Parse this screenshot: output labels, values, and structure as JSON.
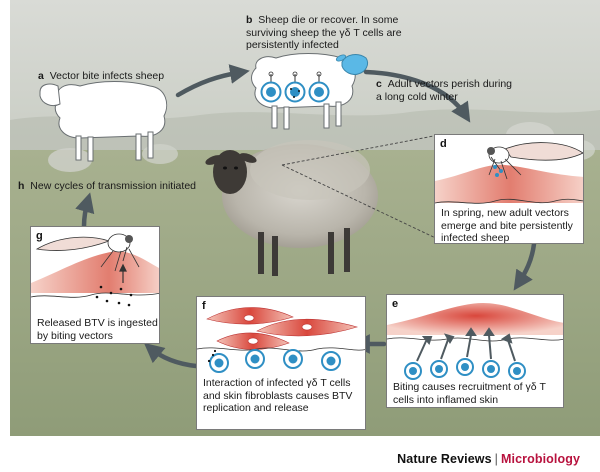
{
  "steps": {
    "a": {
      "letter": "a",
      "text": "Vector bite infects sheep"
    },
    "b": {
      "letter": "b",
      "text": "Sheep die or recover. In some surviving sheep the γδ T cells are persistently infected"
    },
    "c": {
      "letter": "c",
      "text": "Adult vectors perish during a long cold winter"
    },
    "d": {
      "letter": "d",
      "text": "In spring, new adult vectors emerge and bite persistently infected sheep"
    },
    "e": {
      "letter": "e",
      "text": "Biting causes recruitment of γδ T cells into inflamed skin"
    },
    "f": {
      "letter": "f",
      "text": "Interaction of infected γδ T cells and skin fibroblasts causes BTV replication and release"
    },
    "g": {
      "letter": "g",
      "text": "Released BTV is ingested by biting vectors"
    },
    "h": {
      "letter": "h",
      "text": "New cycles of transmission initiated"
    }
  },
  "footer": {
    "journal": "Nature Reviews",
    "separator": "|",
    "section": "Microbiology"
  },
  "colors": {
    "arrow": "#4f5a60",
    "cell": "#2f8fc4",
    "skin": "#d9473c",
    "sheep_head": "#5ab8e6",
    "brand": "#b8123e"
  }
}
